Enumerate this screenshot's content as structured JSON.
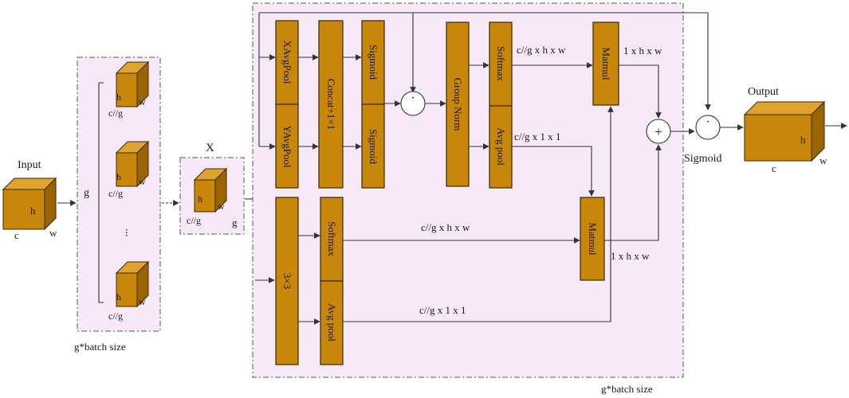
{
  "input": {
    "title": "Input",
    "h": "h",
    "c": "c",
    "w": "w"
  },
  "groups": {
    "g": "g",
    "dots": "...",
    "cube_h": "h",
    "cube_w": "w",
    "cube_c": "c//g",
    "batch_label": "g*batch size"
  },
  "x_stage": {
    "title": "X",
    "h": "h",
    "w": "w",
    "c": "c//g",
    "g": "g"
  },
  "blocks": {
    "xavg": "XAvgPool",
    "yavg": "YAvgPool",
    "concat": "Concat+1×1",
    "sig1": "Sigmoid",
    "sig2": "Sigmoid",
    "groupnorm": "Group Norm",
    "softmax_top": "Softmax",
    "avgpool_top": "Avg pool",
    "matmul_top": "Matmul",
    "conv3": "3×3",
    "softmax_bot": "Softmax",
    "avgpool_bot": "Avg pool",
    "matmul_bot": "Matmul"
  },
  "edges": {
    "cghw_top": "c//g x h x w",
    "cg11_top": "c//g x 1 x 1",
    "one_hw_top": "1 x h x w",
    "cghw_bot": "c//g x h x w",
    "cg11_bot": "c//g x 1 x 1",
    "one_hw_bot": "1 x h x w"
  },
  "ops": {
    "dot": "·",
    "plus": "+"
  },
  "sigmoid_label": "Sigmoid",
  "main_batch_label": "g*batch size",
  "output": {
    "title": "Output",
    "h": "h",
    "c": "c",
    "w": "w"
  },
  "colors": {
    "block": "#c8860a",
    "cube_front": "#c8860a",
    "cube_top": "#e0a42e",
    "cube_side": "#9a6405",
    "frame_fill": "#f7e9f7"
  }
}
